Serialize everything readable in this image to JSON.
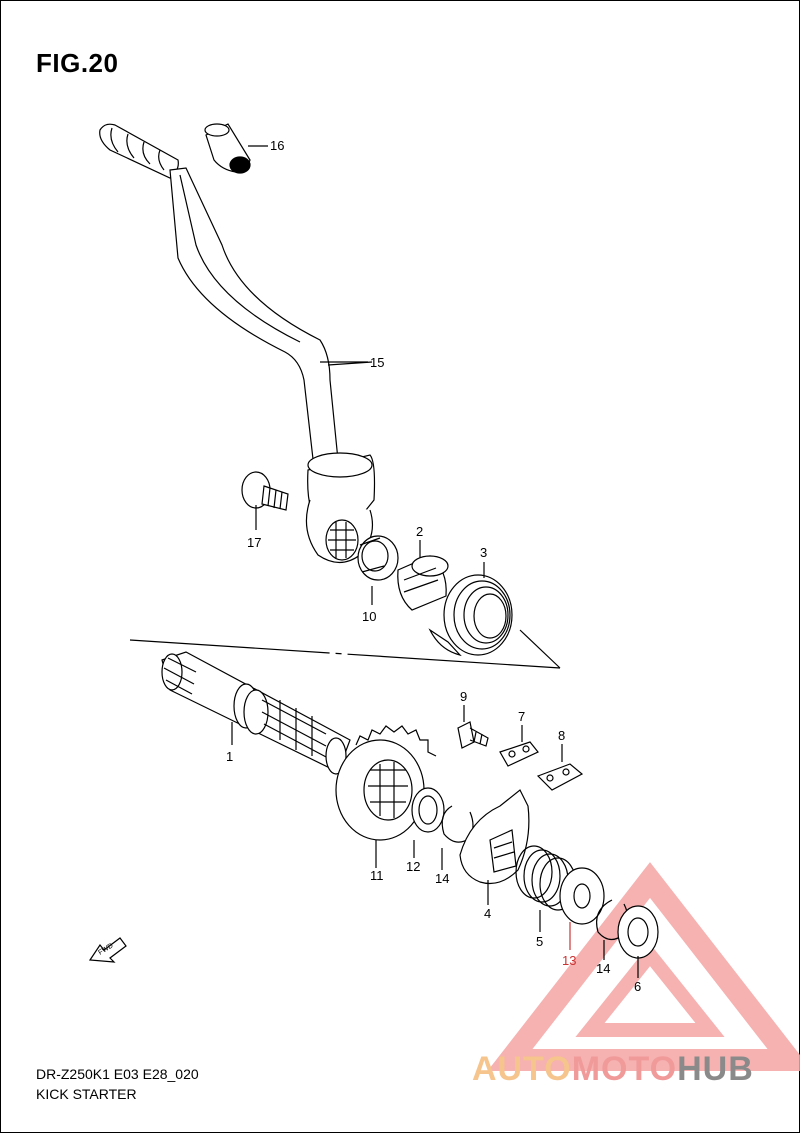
{
  "figure": {
    "title": "FIG.20"
  },
  "footer": {
    "model_code": "DR-Z250K1 E03 E28_020",
    "assembly_name": "KICK STARTER"
  },
  "fwd_label": "FWD",
  "watermark": {
    "part1": "AUTO",
    "part2": "MOTO",
    "part3": "HUB"
  },
  "callouts": [
    {
      "id": "16",
      "text": "16"
    },
    {
      "id": "15",
      "text": "15"
    },
    {
      "id": "17",
      "text": "17"
    },
    {
      "id": "10",
      "text": "10"
    },
    {
      "id": "2",
      "text": "2"
    },
    {
      "id": "3",
      "text": "3"
    },
    {
      "id": "1",
      "text": "1"
    },
    {
      "id": "9",
      "text": "9"
    },
    {
      "id": "7",
      "text": "7"
    },
    {
      "id": "8",
      "text": "8"
    },
    {
      "id": "11",
      "text": "11"
    },
    {
      "id": "12",
      "text": "12"
    },
    {
      "id": "14a",
      "text": "14"
    },
    {
      "id": "4",
      "text": "4"
    },
    {
      "id": "5",
      "text": "5"
    },
    {
      "id": "13",
      "text": "13"
    },
    {
      "id": "14b",
      "text": "14"
    },
    {
      "id": "6",
      "text": "6"
    }
  ]
}
